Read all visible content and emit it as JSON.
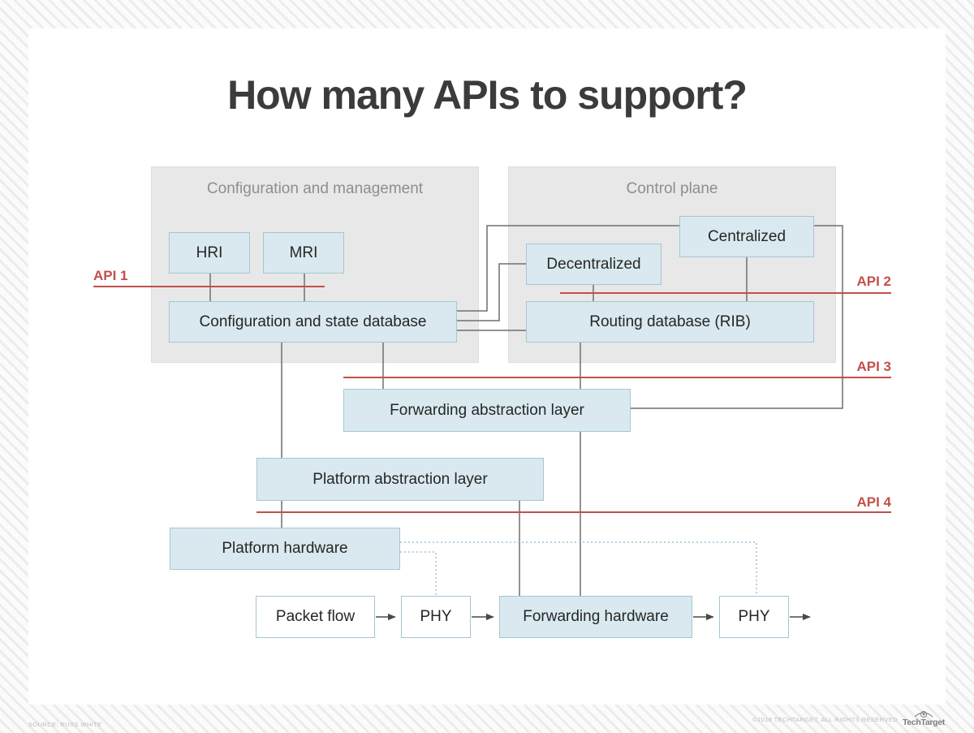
{
  "title": "How many APIs to support?",
  "panels": {
    "config_mgmt": {
      "label": "Configuration and management"
    },
    "control_plane": {
      "label": "Control plane"
    }
  },
  "boxes": {
    "hri": {
      "label": "HRI"
    },
    "mri": {
      "label": "MRI"
    },
    "config_state_db": {
      "label": "Configuration and state database"
    },
    "decentralized": {
      "label": "Decentralized"
    },
    "centralized": {
      "label": "Centralized"
    },
    "routing_db": {
      "label": "Routing database (RIB)"
    },
    "forwarding_abstraction": {
      "label": "Forwarding abstraction layer"
    },
    "platform_abstraction": {
      "label": "Platform abstraction layer"
    },
    "platform_hardware": {
      "label": "Platform hardware"
    },
    "packet_flow": {
      "label": "Packet flow"
    },
    "phy_left": {
      "label": "PHY"
    },
    "forwarding_hardware": {
      "label": "Forwarding hardware"
    },
    "phy_right": {
      "label": "PHY"
    }
  },
  "api_labels": {
    "api1": "API 1",
    "api2": "API 2",
    "api3": "API 3",
    "api4": "API 4"
  },
  "footer": {
    "source": "SOURCE: RUSS WHITE",
    "copyright": "©2018 TECHTARGET, ALL RIGHTS RESERVED",
    "brand": "TechTarget"
  },
  "icons": {
    "brand_icon": "eye-target-icon"
  },
  "colors": {
    "accent_red": "#c2504b",
    "box_fill_blue": "#d9e9ef",
    "box_border_blue": "#a3c7d4",
    "panel_fill": "#e9e8e8",
    "connector_gray": "#6f6f6f",
    "arrow_gray": "#4a4a4a",
    "dotted_blue": "#9fc4da",
    "title_color": "#3b3b3b"
  }
}
